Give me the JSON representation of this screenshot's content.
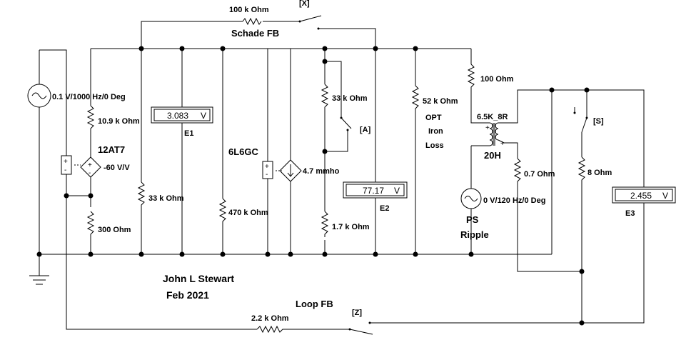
{
  "title_author": "John L Stewart",
  "title_date": "Feb 2021",
  "labels": {
    "schade_fb": "Schade FB",
    "loop_fb": "Loop FB",
    "tube1": "12AT7",
    "tube2": "6L6GC",
    "opt_line1": "OPT",
    "opt_line2": "Iron",
    "opt_line3": "Loss",
    "transformer": "6.5K_8R",
    "choke": "20H",
    "ps_line1": "PS",
    "ps_line2": "Ripple"
  },
  "switches": {
    "x": "[X]",
    "a": "[A]",
    "s": "[S]",
    "z": "[Z]"
  },
  "components": {
    "source_in": "0.1 V/1000 Hz/0 Deg",
    "r_plate1": "10.9 k Ohm",
    "gain1": "-60 V/V",
    "r_cathode": "300  Ohm",
    "r_33k_left": "33 k Ohm",
    "r_470k": "470 k Ohm",
    "gm2": "4.7 mmho",
    "r_33k_fb": "33 k Ohm",
    "r_1_7k": "1.7 k Ohm",
    "r_52k": "52 k Ohm",
    "r_100": "100  Ohm",
    "r_0_7": "0.7  Ohm",
    "r_8": "8  Ohm",
    "source_ps": "0 V/120 Hz/0 Deg",
    "r_schade": "100 k Ohm",
    "r_loop": "2.2 k Ohm"
  },
  "meters": {
    "e1": {
      "name": "E1",
      "value": "3.083",
      "unit": "V"
    },
    "e2": {
      "name": "E2",
      "value": "77.17",
      "unit": "V"
    },
    "e3": {
      "name": "E3",
      "value": "2.455",
      "unit": "V"
    }
  },
  "signs": {
    "plus": "+",
    "minus": "-"
  }
}
